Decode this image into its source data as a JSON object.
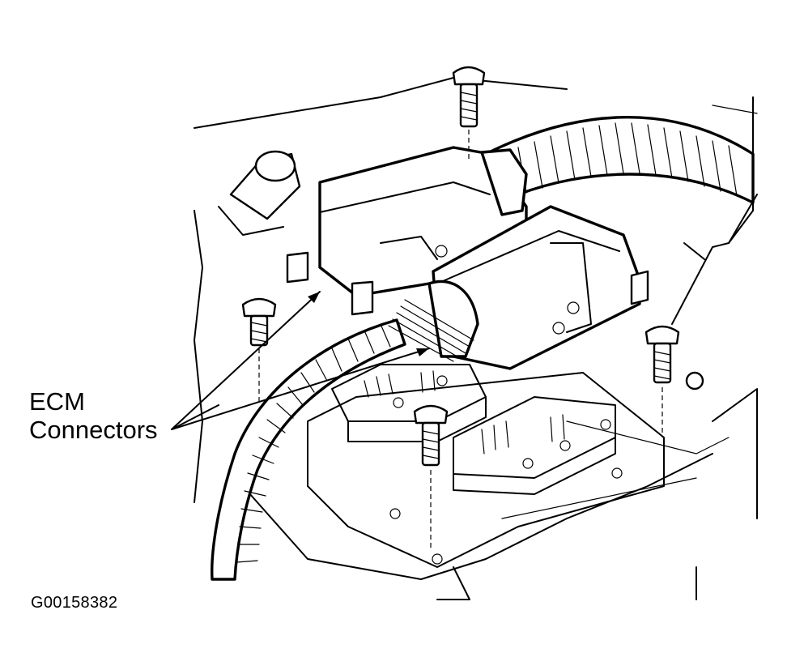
{
  "figure": {
    "callout": {
      "line1": "ECM",
      "line2": "Connectors"
    },
    "figure_id": "G00158382"
  },
  "colors": {
    "ink": "#000000",
    "paper": "#ffffff"
  }
}
